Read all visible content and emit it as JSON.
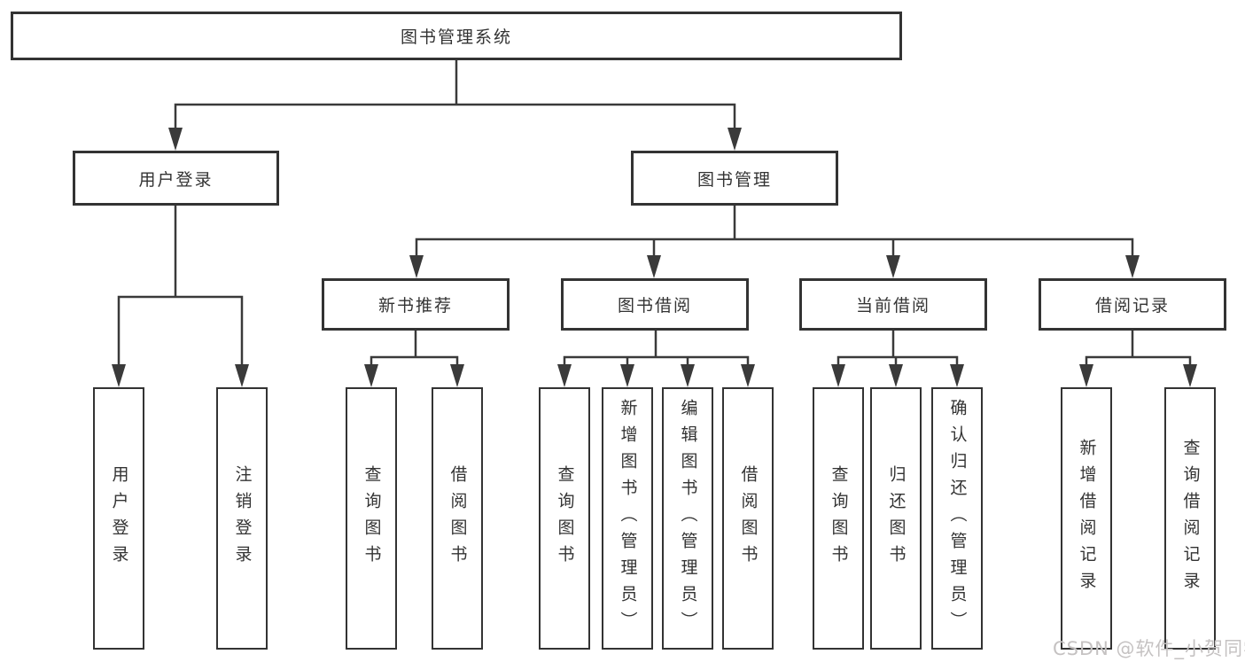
{
  "diagram": {
    "root": "图书管理系统",
    "level2": [
      "用户登录",
      "图书管理"
    ],
    "level3": [
      "新书推荐",
      "图书借阅",
      "当前借阅",
      "借阅记录"
    ],
    "level4": {
      "user_login": [
        "用户登录",
        "注销登录"
      ],
      "new_books": [
        "查询图书",
        "借阅图书"
      ],
      "book_borrow": [
        "查询图书",
        "新增图书（管理员）",
        "编辑图书（管理员）",
        "借阅图书"
      ],
      "current_borrow": [
        "查询图书",
        "归还图书",
        "确认归还（管理员）"
      ],
      "borrow_records": [
        "新增借阅记录",
        "查询借阅记录"
      ]
    }
  },
  "watermark": "CSDN @软件_小贺同学",
  "colors": {
    "line": "#3a3a3a",
    "box_border": "#333333",
    "text": "#333333",
    "watermark": "#c5c2c2",
    "background": "#ffffff"
  }
}
